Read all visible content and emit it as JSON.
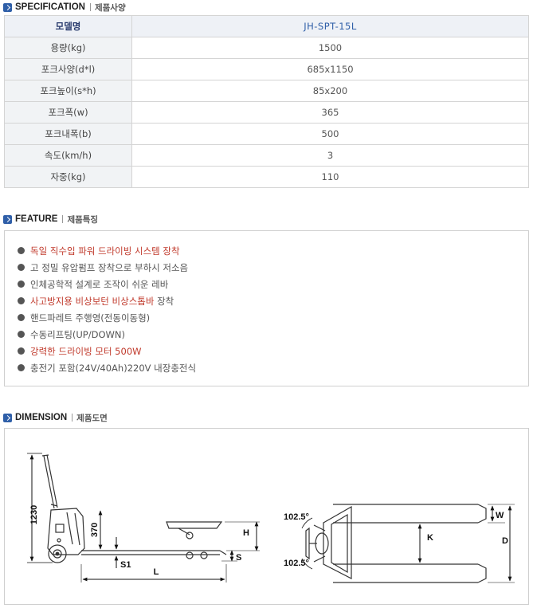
{
  "specification": {
    "title": "SPECIFICATION",
    "subtitle": "제품사양",
    "header_label": "모델명",
    "header_value": "JH-SPT-15L",
    "rows": [
      {
        "label": "용량(kg)",
        "value": "1500"
      },
      {
        "label": "포크사양(d*l)",
        "value": "685x1150"
      },
      {
        "label": "포크높이(s*h)",
        "value": "85x200"
      },
      {
        "label": "포크폭(w)",
        "value": "365"
      },
      {
        "label": "포크내폭(b)",
        "value": "500"
      },
      {
        "label": "속도(km/h)",
        "value": "3"
      },
      {
        "label": "자중(kg)",
        "value": "110"
      }
    ]
  },
  "feature": {
    "title": "FEATURE",
    "subtitle": "제품특징",
    "items": [
      {
        "text": "독일 직수입 파워 드라이빙 시스템 장착",
        "highlight": true
      },
      {
        "text": "고 정밀 유압펌프 장착으로 부하시 저소음",
        "highlight": false
      },
      {
        "text": "인체공학적 설계로 조작이 쉬운 레바",
        "highlight": false
      },
      {
        "text_hl": "사고방지용 비상보턴 비상스톱바",
        "text_rest": " 장착",
        "highlight": "partial"
      },
      {
        "text": "핸드파레트 주행영(전동이동형)",
        "highlight": false
      },
      {
        "text": "수동리프팅(UP/DOWN)",
        "highlight": false
      },
      {
        "text": "강력한 드라이빙 모터 500W",
        "highlight": true
      },
      {
        "text": "충전기 포함(24V/40Ah)220V 내장충전식",
        "highlight": false
      }
    ]
  },
  "dimension": {
    "title": "DIMENSION",
    "subtitle": "제품도면",
    "labels": {
      "height_total": "1230",
      "height_fork": "370",
      "h": "H",
      "s": "S",
      "s1": "S1",
      "l": "L",
      "angle_top": "102.5°",
      "angle_bottom": "102.5°",
      "k": "K",
      "w": "W",
      "d": "D"
    }
  },
  "colors": {
    "accent": "#2f5fa8",
    "highlight": "#c0392b",
    "border": "#cfcfcf"
  }
}
